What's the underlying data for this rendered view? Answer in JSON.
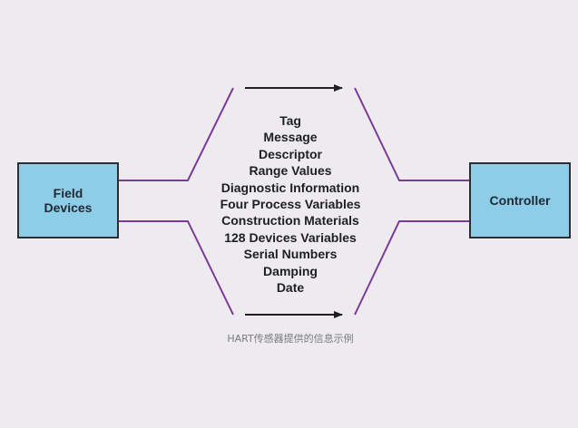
{
  "left_box": {
    "label": "Field\nDevices"
  },
  "right_box": {
    "label": "Controller"
  },
  "info_items": [
    "Tag",
    "Message",
    "Descriptor",
    "Range Values",
    "Diagnostic Information",
    "Four Process Variables",
    "Construction Materials",
    "128 Devices Variables",
    "Serial Numbers",
    "Damping",
    "Date"
  ],
  "caption": "HART传感器提供的信息示例",
  "colors": {
    "background": "#edebf0",
    "box_fill": "#8ecde8",
    "box_border": "#2e2e2e",
    "connector": "#7b3a96",
    "arrow": "#1f1f1f"
  }
}
